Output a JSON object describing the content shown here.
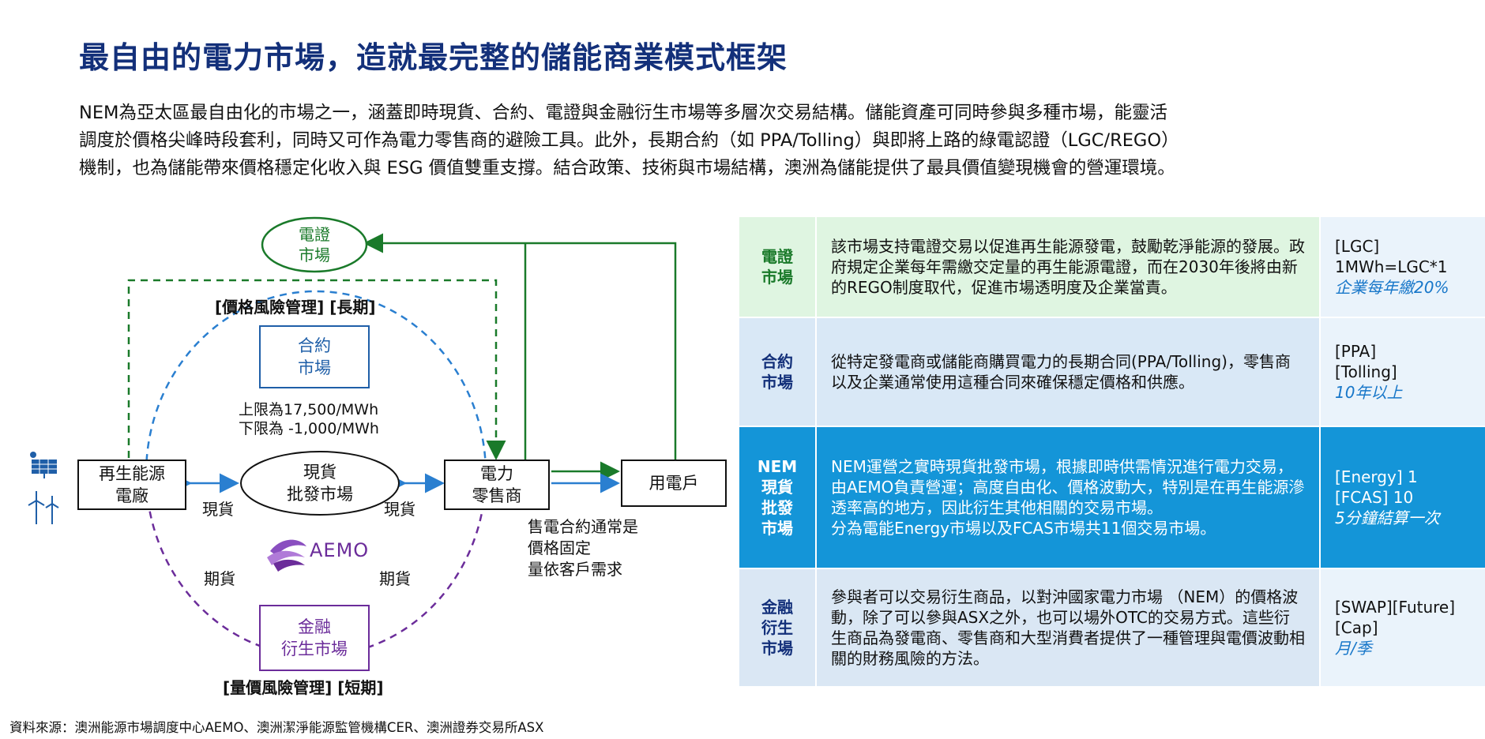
{
  "title": "最自由的電力市場，造就最完整的儲能商業模式框架",
  "intro": {
    "line1": "NEM為亞太區最自由化的市場之一，涵蓋即時現貨、合約、電證與金融衍生市場等多層次交易結構。儲能資產可同時參與多種市場，能靈活",
    "line2": "調度於價格尖峰時段套利，同時又可作為電力零售商的避險工具。此外，長期合約（如 PPA/Tolling）與即將上路的綠電認證（LGC/REGO）",
    "line3": "機制，也為儲能帶來價格穩定化收入與 ESG 價值雙重支撐。結合政策、技術與市場結構，澳洲為儲能提供了最具價值變現機會的營運環境。"
  },
  "diagram": {
    "certificate_market": [
      "電證",
      "市場"
    ],
    "contract_market": [
      "合約",
      "市場"
    ],
    "spot_market": [
      "現貨",
      "批發市場"
    ],
    "financial_market": [
      "金融",
      "衍生市場"
    ],
    "generator": [
      "再生能源",
      "電廠"
    ],
    "retailer": [
      "電力",
      "零售商"
    ],
    "consumer": "用電戶",
    "price_risk_label": "[價格風險管理] [長期]",
    "volume_risk_label": "[量價風險管理] [短期]",
    "price_cap": "上限為17,500/MWh",
    "price_floor": "下限為 -1,000/MWh",
    "spot_left": "現貨",
    "spot_right": "現貨",
    "futures_left": "期貨",
    "futures_right": "期貨",
    "logo_text": "AEMO",
    "retail_note": [
      "售電合約通常是",
      "價格固定",
      "量依客戶需求"
    ]
  },
  "table": {
    "rows": [
      {
        "name": [
          "電證",
          "市場"
        ],
        "desc": "該市場支持電證交易以促進再生能源發電，鼓勵乾淨能源的發展。政府規定企業每年需繳交定量的再生能源電證，而在2030年後將由新的REGO制度取代，促進市場透明度及企業當責。",
        "info": [
          "[LGC]",
          "1MWh=LGC*1"
        ],
        "highlight": "企業每年繳20%"
      },
      {
        "name": [
          "合約",
          "市場"
        ],
        "desc": "從特定發電商或儲能商購買電力的長期合同(PPA/Tolling)，零售商以及企業通常使用這種合同來確保穩定價格和供應。",
        "info": [
          "[PPA]",
          "[Tolling]"
        ],
        "highlight": "10年以上"
      },
      {
        "name": [
          "NEM",
          "現貨",
          "批發",
          "市場"
        ],
        "desc": "NEM運營之實時現貨批發市場，根據即時供需情況進行電力交易，由AEMO負責營運；高度自由化、價格波動大，特別是在再生能源滲透率高的地方，因此衍生其他相關的交易市場。",
        "desc2": "分為電能Energy市場以及FCAS市場共11個交易市場。",
        "info": [
          "[Energy] 1",
          "[FCAS] 10"
        ],
        "highlight": "5分鐘結算一次"
      },
      {
        "name": [
          "金融",
          "衍生",
          "市場"
        ],
        "desc": "參與者可以交易衍生商品，以對沖國家電力市場 （NEM）的價格波動，除了可以參與ASX之外，也可以場外OTC的交易方式。這些衍生商品為發電商、零售商和大型消費者提供了一種管理與電價波動相關的財務風險的方法。",
        "info": [
          "[SWAP][Future]",
          "[Cap]"
        ],
        "highlight": "月/季"
      }
    ]
  },
  "source": "資料來源：澳洲能源市場調度中心AEMO、澳洲潔淨能源監管機構CER、澳洲證券交易所ASX",
  "colors": {
    "title": "#13307a",
    "green": "#1a7a2a",
    "blue": "#1f5fa8",
    "purple": "#6b2c9a",
    "arrow_blue": "#2a7fd0"
  }
}
